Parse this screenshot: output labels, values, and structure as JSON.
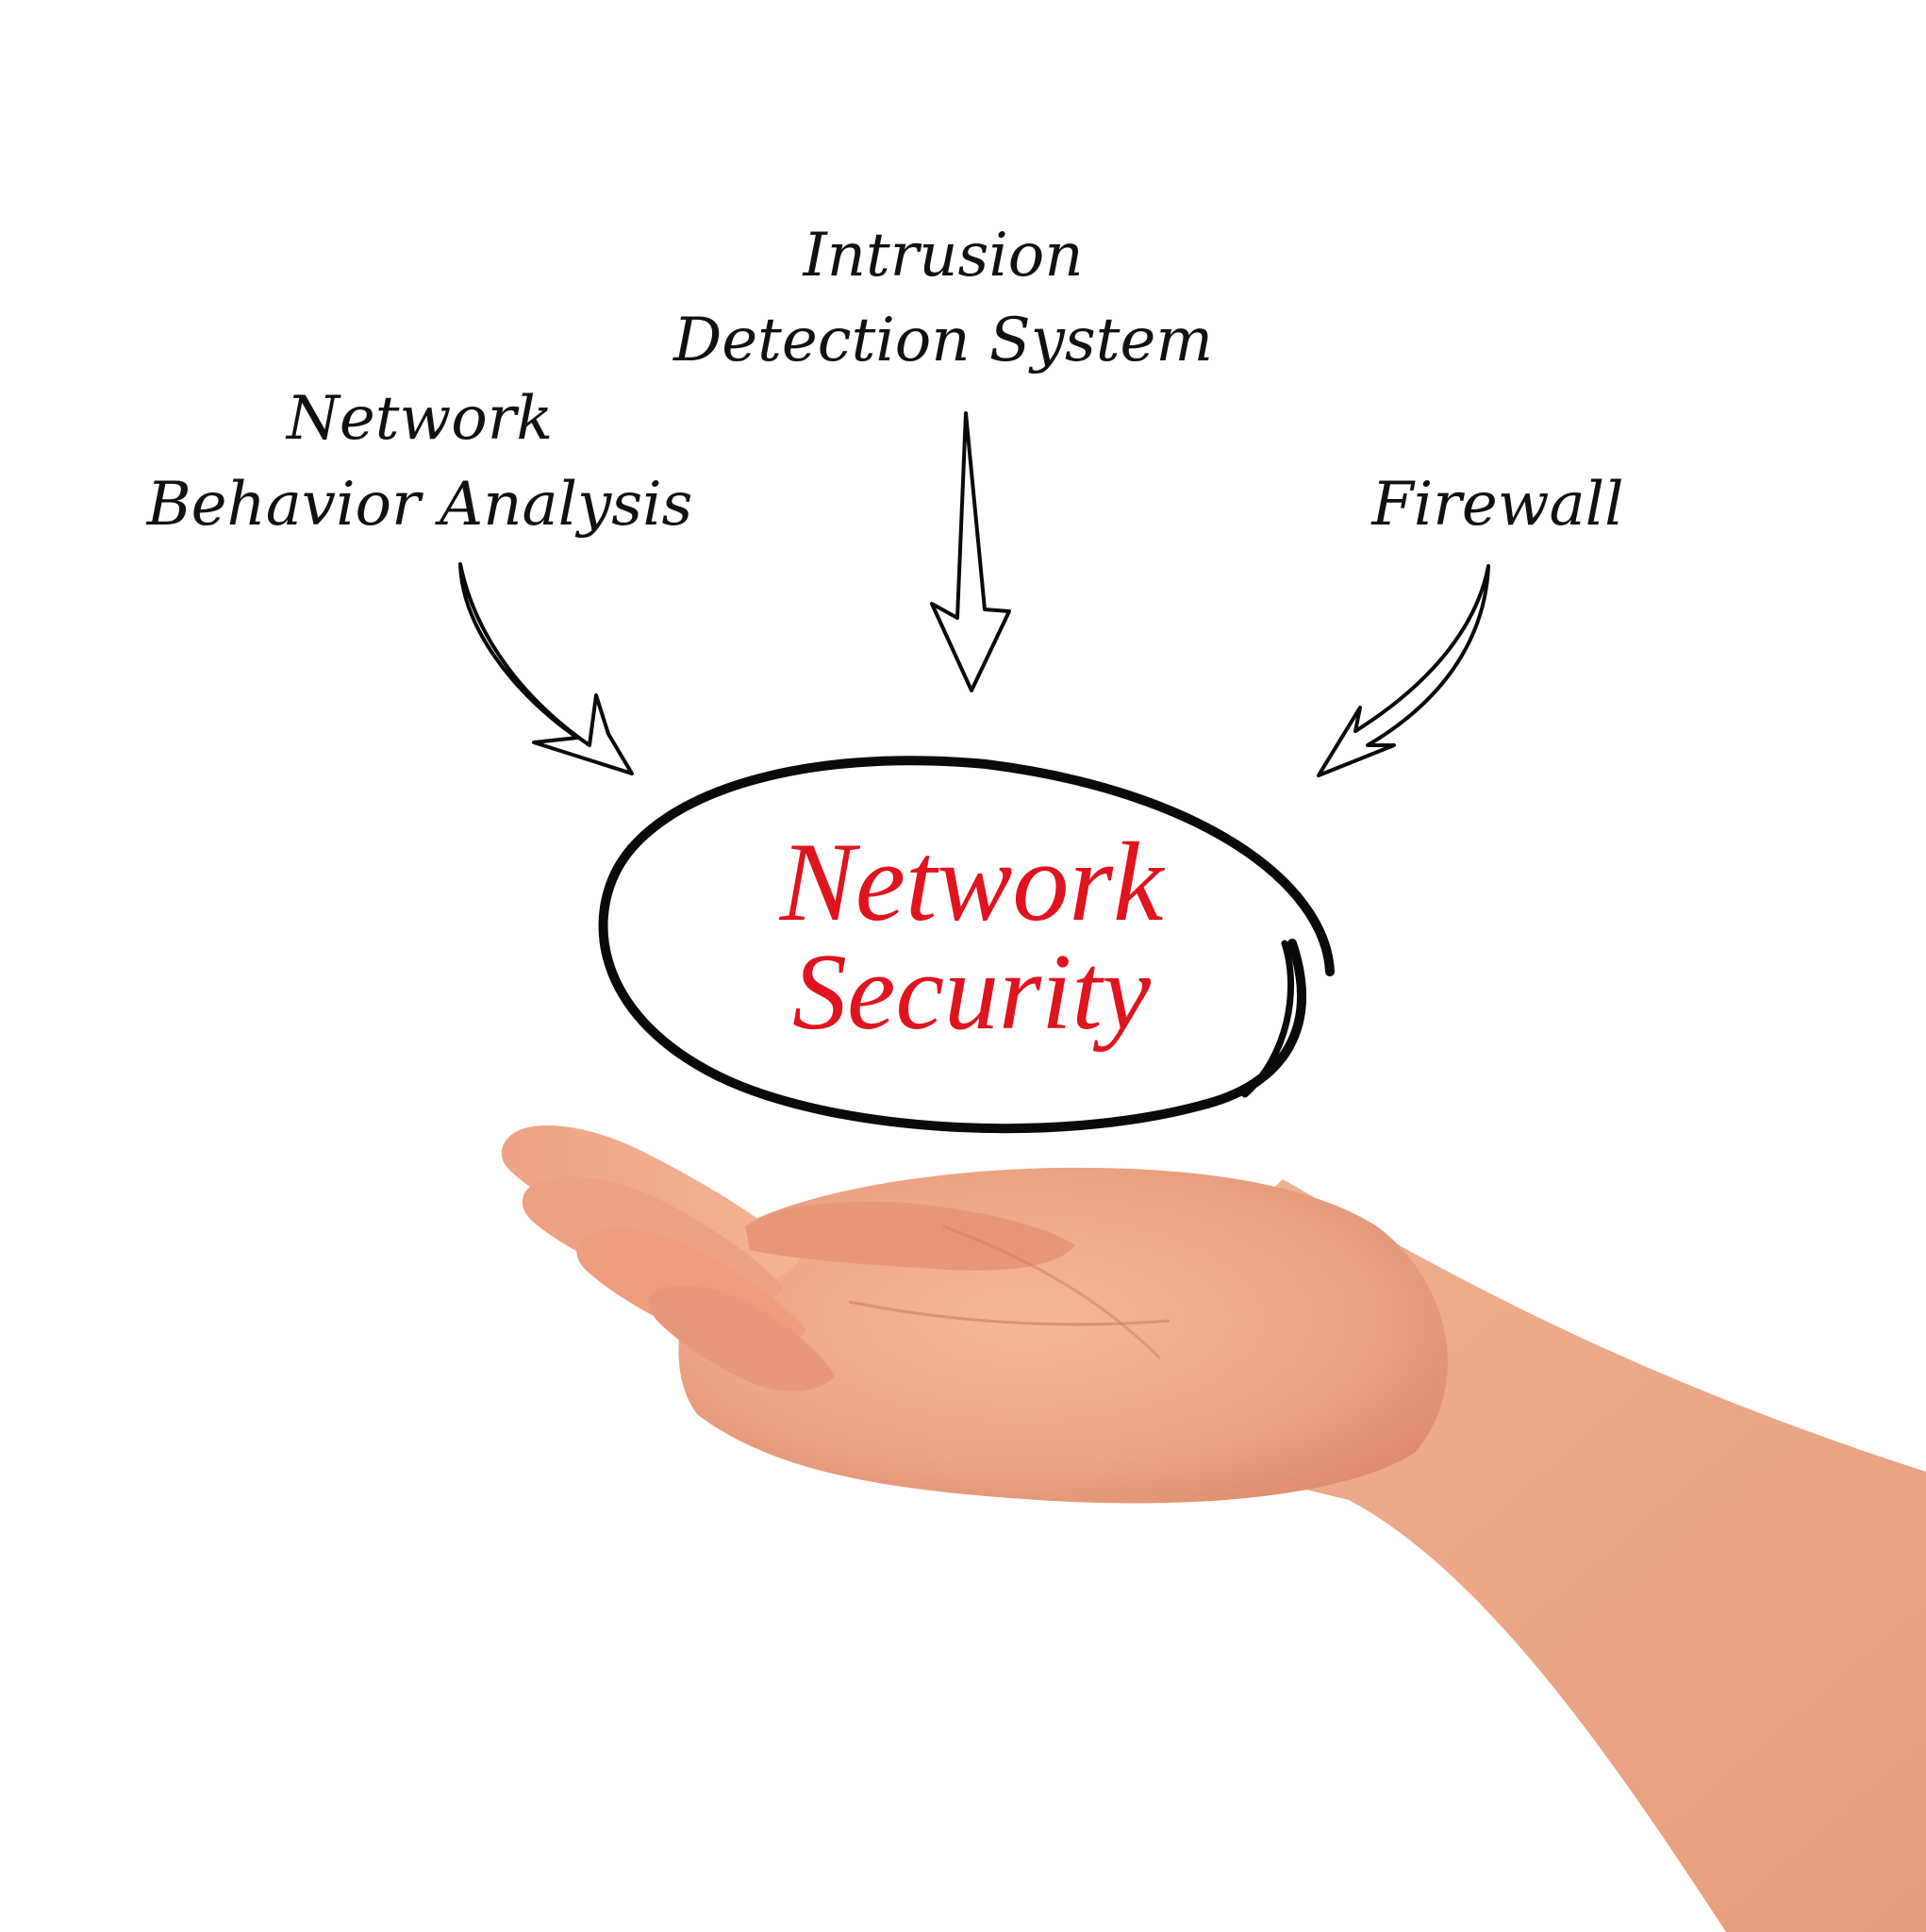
{
  "diagram": {
    "nodes": {
      "top": {
        "lines": [
          "Intrusion",
          "Detection System"
        ]
      },
      "left": {
        "lines": [
          "Network",
          "Behavior Analysis"
        ]
      },
      "right": {
        "lines": [
          "Firewall"
        ]
      },
      "center": {
        "lines": [
          "Network",
          "Security"
        ]
      }
    },
    "edges": [
      {
        "from": "left",
        "to": "center"
      },
      {
        "from": "top",
        "to": "center"
      },
      {
        "from": "right",
        "to": "center"
      }
    ]
  },
  "colors": {
    "text": "#111111",
    "accent": "#e0141e",
    "stroke": "#0a0a0a",
    "skin": "#efa886",
    "background": "#ffffff"
  },
  "illustration": {
    "hand": "open-palm-hand"
  }
}
